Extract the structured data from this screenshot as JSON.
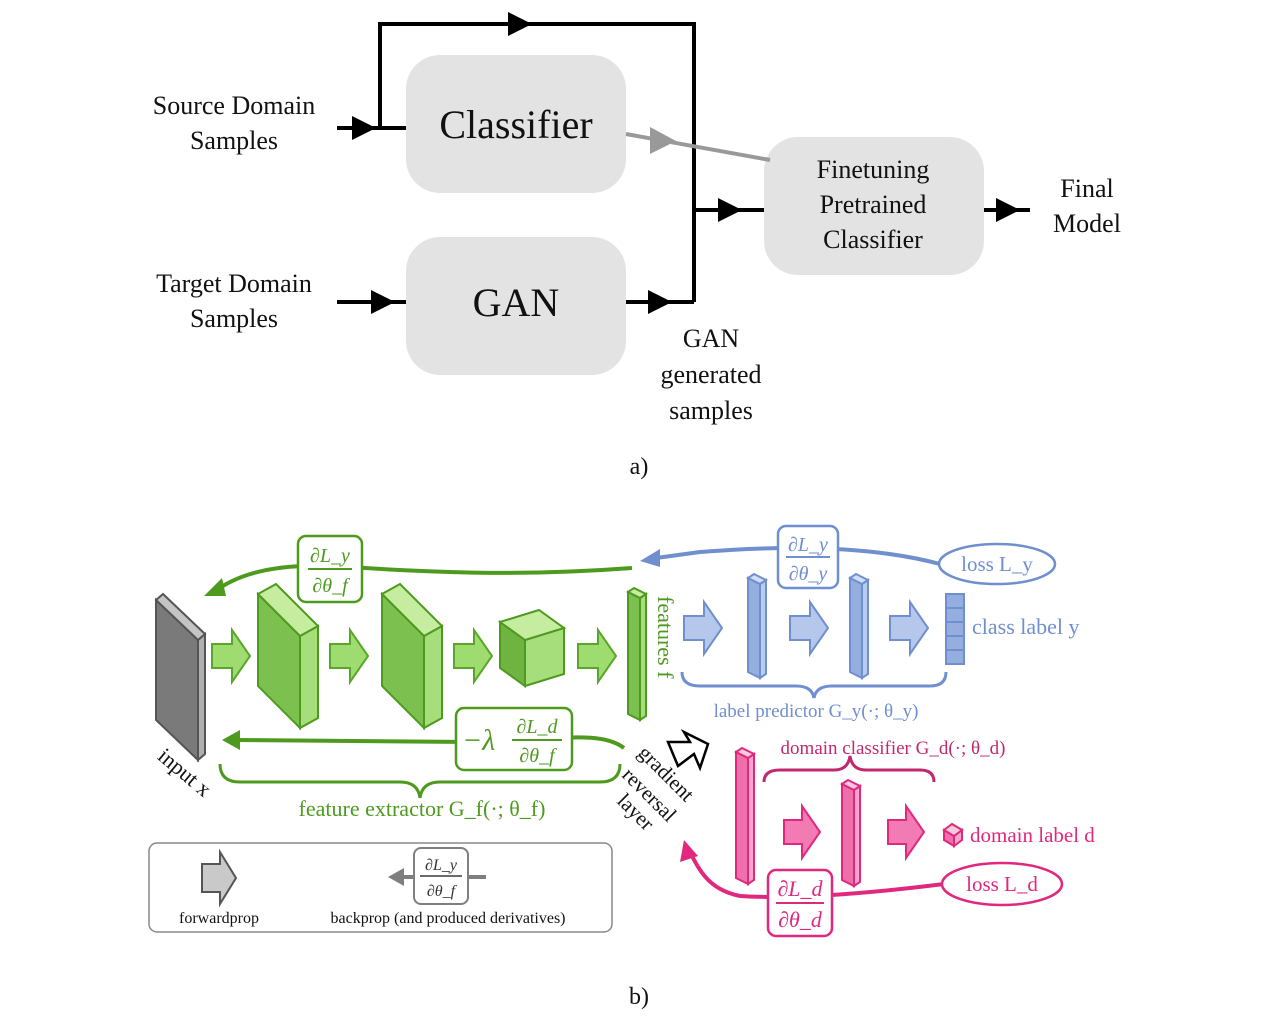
{
  "panel_a": {
    "label": "a)",
    "source": {
      "line1": "Source Domain",
      "line2": "Samples"
    },
    "target": {
      "line1": "Target Domain",
      "line2": "Samples"
    },
    "classifier": "Classifier",
    "gan": "GAN",
    "finetune": {
      "line1": "Finetuning",
      "line2": "Pretrained",
      "line3": "Classifier"
    },
    "final": {
      "line1": "Final",
      "line2": "Model"
    },
    "gan_samples": {
      "line1": "GAN",
      "line2": "generated",
      "line3": "samples"
    }
  },
  "panel_b": {
    "label": "b)",
    "colors": {
      "green": "#4e9a1f",
      "green_fill": "#92d36a",
      "blue": "#6f8fcf",
      "blue_fill": "#a9bde6",
      "pink": "#e0287e",
      "pink_fill": "#f27bb4",
      "gray": "#7f7f7f"
    },
    "input_label": "input x",
    "features_label": "features f",
    "feature_extractor": "feature extractor G_f(·; θ_f)",
    "label_predictor": "label predictor G_y(·; θ_y)",
    "domain_classifier": "domain classifier G_d(·; θ_d)",
    "class_label": "class label y",
    "domain_label": "domain label d",
    "loss_y": "loss L_y",
    "loss_d": "loss L_d",
    "grl": {
      "line1": "gradient",
      "line2": "reversal",
      "line3": "layer"
    },
    "deriv_f_num": "∂L_y",
    "deriv_f_den": "∂θ_f",
    "deriv_y_num": "∂L_y",
    "deriv_y_den": "∂θ_y",
    "deriv_d_num": "∂L_d",
    "deriv_d_den": "∂θ_d",
    "rev_prefix": "−λ",
    "rev_num": "∂L_d",
    "rev_den": "∂θ_f",
    "legend": {
      "forward": "forwardprop",
      "backward": "backprop (and produced derivatives)",
      "num": "∂L_y",
      "den": "∂θ_f"
    }
  }
}
